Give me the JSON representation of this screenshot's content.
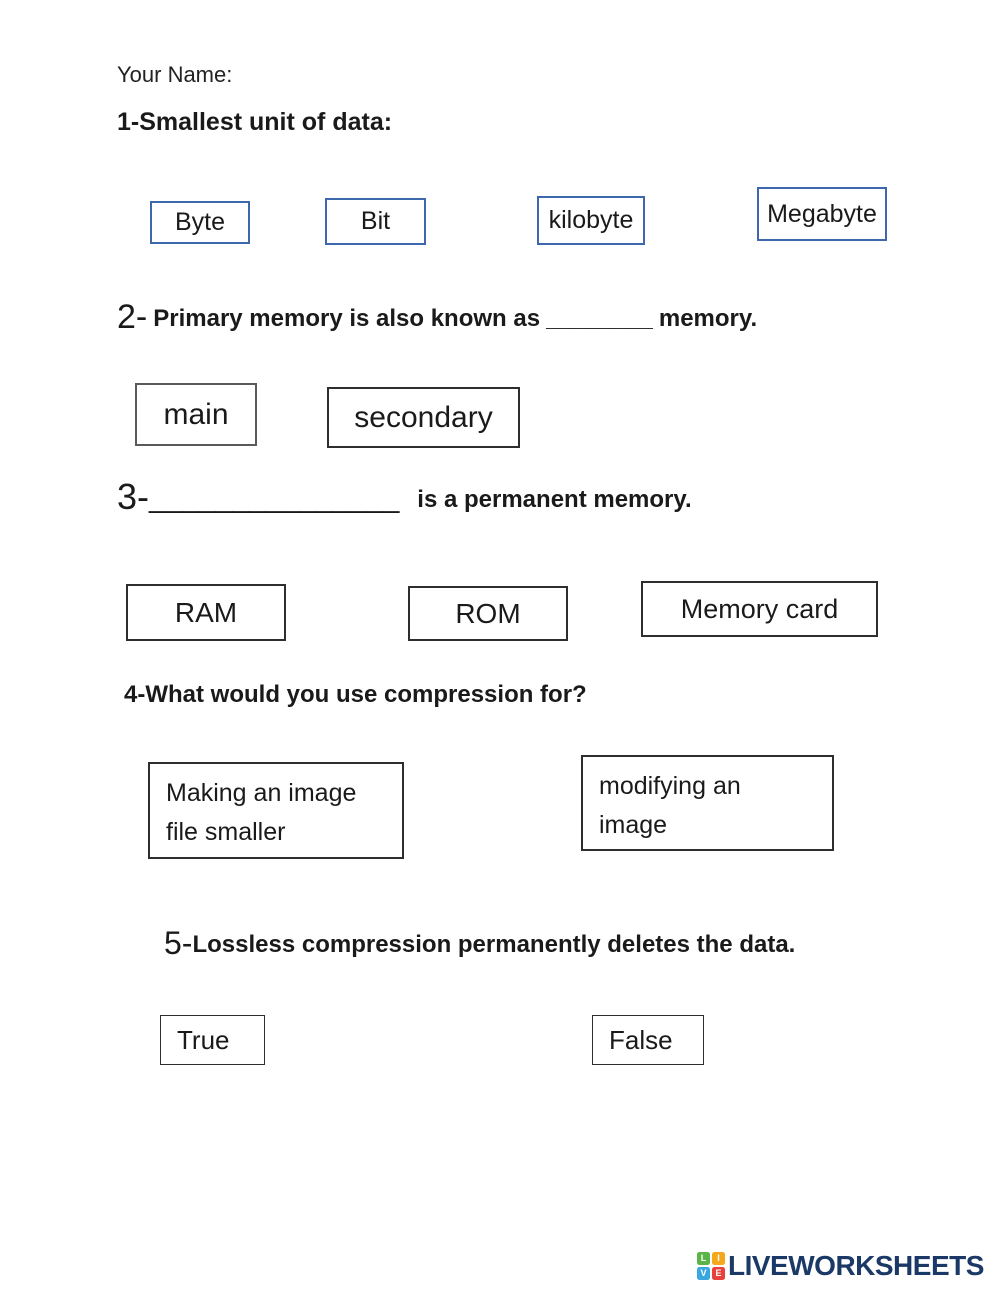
{
  "colors": {
    "text": "#1a1a1a",
    "q1_box_border": "#3d68ae",
    "box_border": "#2e2e2e",
    "main_box_border": "#5a5a5a",
    "logo_text": "#1b3966"
  },
  "header": {
    "name_label": "Your Name:"
  },
  "q1": {
    "prefix": "1-",
    "title": "Smallest unit of data:",
    "options": [
      "Byte",
      "Bit",
      "kilobyte",
      "Megabyte"
    ]
  },
  "q2": {
    "prefix": "2-",
    "text_before": "Primary memory is also known as",
    "blank": "________",
    "text_after": "memory.",
    "options": [
      "main",
      "secondary"
    ]
  },
  "q3": {
    "prefix": "3-",
    "blank": "_______________",
    "text": "is a permanent memory.",
    "options": [
      "RAM",
      "ROM",
      "Memory card"
    ]
  },
  "q4": {
    "prefix": "4-",
    "title": "What would you use compression for?",
    "options": [
      "Making an image\nfile smaller",
      "modifying an\nimage"
    ]
  },
  "q5": {
    "prefix": "5-",
    "title": "Lossless compression permanently deletes the data.",
    "options": [
      "True",
      "False"
    ]
  },
  "footer": {
    "logo_text": "LIVEWORKSHEETS",
    "logo_squares": [
      {
        "letter": "L",
        "color": "#5bb447"
      },
      {
        "letter": "I",
        "color": "#f5a81c"
      },
      {
        "letter": "V",
        "color": "#3ba7e0"
      },
      {
        "letter": "E",
        "color": "#e8413c"
      }
    ]
  }
}
